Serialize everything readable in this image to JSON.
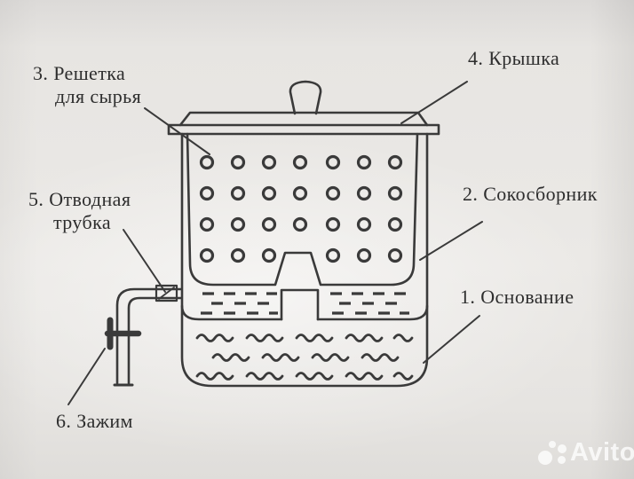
{
  "diagram": {
    "callouts": {
      "base": "1. Основание",
      "juice_collector": "2. Сокосборник",
      "raw_material_grid": "3. Решетка\nдля сырья",
      "lid": "4. Крышка",
      "outlet_tube": "5. Отводная\nтрубка",
      "clamp": "6. Зажим"
    }
  },
  "watermark": {
    "brand": "Avito"
  },
  "colors": {
    "ink": "#3a3a3a",
    "paper": "#e9e7e4",
    "watermark": "#ffffff"
  }
}
